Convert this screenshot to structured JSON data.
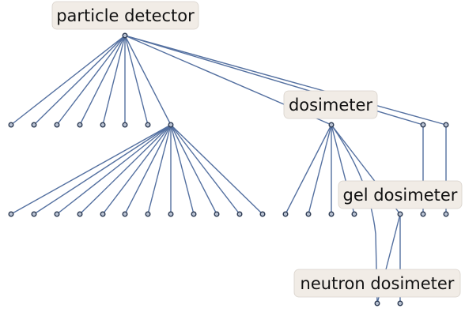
{
  "graph": {
    "labels": {
      "root": "particle detector",
      "dosimeter": "dosimeter",
      "gel": "gel dosimeter",
      "neutron": "neutron dosimeter"
    },
    "colors": {
      "edge": "#5470a0",
      "node_fill": "#b9c2d2",
      "node_stroke": "#2c3a52",
      "label_bg": "#f1ece6"
    }
  }
}
